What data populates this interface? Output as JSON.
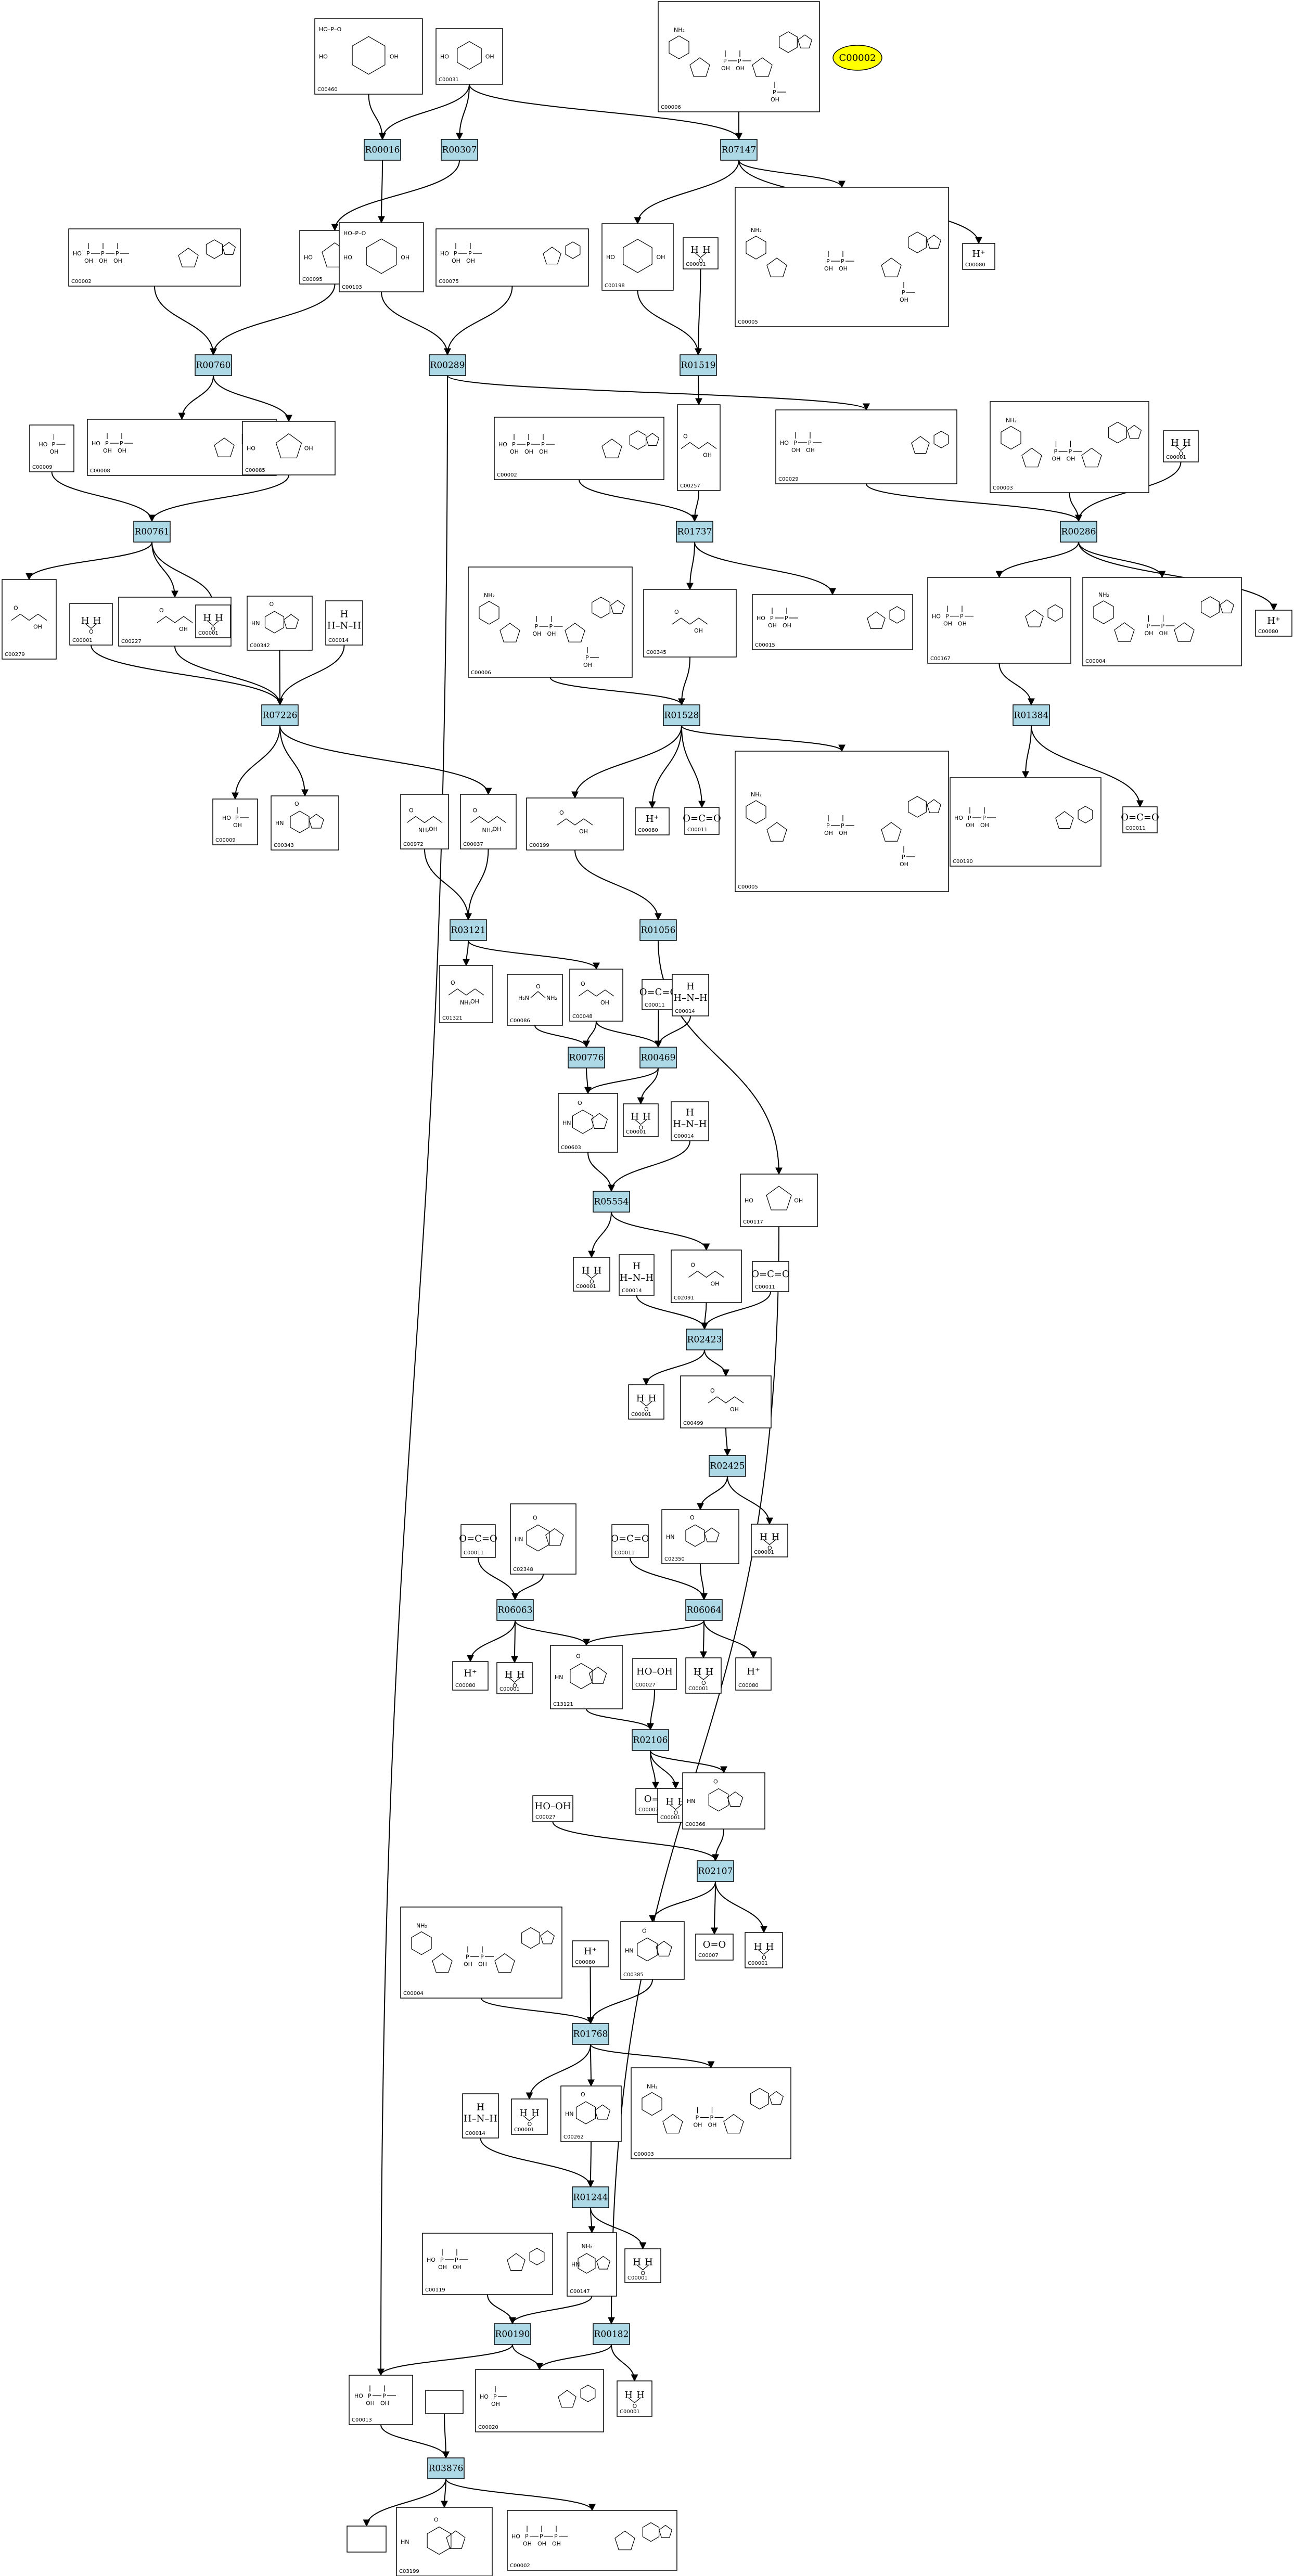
{
  "highlight": {
    "label": "C00002",
    "color": "#ffff00"
  },
  "colors": {
    "reaction_fill": "#add8e6",
    "edge": "#000000",
    "box_stroke": "#000000"
  },
  "reactions": [
    {
      "id": "R00016"
    },
    {
      "id": "R00307"
    },
    {
      "id": "R07147"
    },
    {
      "id": "R00760"
    },
    {
      "id": "R00289"
    },
    {
      "id": "R01519"
    },
    {
      "id": "R00761"
    },
    {
      "id": "R01737"
    },
    {
      "id": "R00286"
    },
    {
      "id": "R07226"
    },
    {
      "id": "R01528"
    },
    {
      "id": "R01384"
    },
    {
      "id": "R03121"
    },
    {
      "id": "R01056"
    },
    {
      "id": "R00776"
    },
    {
      "id": "R00469"
    },
    {
      "id": "R05554"
    },
    {
      "id": "R02423"
    },
    {
      "id": "R02425"
    },
    {
      "id": "R06063"
    },
    {
      "id": "R06064"
    },
    {
      "id": "R02106"
    },
    {
      "id": "R02107"
    },
    {
      "id": "R01768"
    },
    {
      "id": "R01244"
    },
    {
      "id": "R00190"
    },
    {
      "id": "R00182"
    },
    {
      "id": "R03876"
    }
  ],
  "compounds": [
    {
      "id": "C00460",
      "label": "C00460",
      "mol": "sugar-phosphate"
    },
    {
      "id": "C00031a",
      "label": "C00031",
      "mol": "hexose"
    },
    {
      "id": "C00006a",
      "label": "C00006",
      "mol": "nadp"
    },
    {
      "id": "C00002a",
      "label": "C00002",
      "mol": "atp"
    },
    {
      "id": "C00095",
      "label": "C00095",
      "mol": "furanose"
    },
    {
      "id": "C00103",
      "label": "C00103",
      "mol": "hexose-phosphate"
    },
    {
      "id": "C00075",
      "label": "C00075",
      "mol": "udp"
    },
    {
      "id": "C00198",
      "label": "C00198",
      "mol": "lactone"
    },
    {
      "id": "C00001a",
      "label": "C00001",
      "mol": "water"
    },
    {
      "id": "C00005",
      "label": "C00005",
      "mol": "nadph"
    },
    {
      "id": "C00080a",
      "label": "C00080",
      "mol": "proton"
    },
    {
      "id": "C00009a",
      "label": "C00009",
      "mol": "phosphate"
    },
    {
      "id": "C00008",
      "label": "C00008",
      "mol": "adp"
    },
    {
      "id": "C00085",
      "label": "C00085",
      "mol": "furanose"
    },
    {
      "id": "C00002b",
      "label": "C00002",
      "mol": "atp"
    },
    {
      "id": "C00257",
      "label": "C00257",
      "mol": "chain"
    },
    {
      "id": "C00029",
      "label": "C00029",
      "mol": "udp-sugar"
    },
    {
      "id": "C00003",
      "label": "C00003",
      "mol": "nad"
    },
    {
      "id": "C00001b",
      "label": "C00001",
      "mol": "water"
    },
    {
      "id": "C00279",
      "label": "C00279",
      "mol": "chain"
    },
    {
      "id": "C00001c",
      "label": "C00001",
      "mol": "water"
    },
    {
      "id": "C00227",
      "label": "C00227",
      "mol": "acyl-phosphate"
    },
    {
      "id": "C00001d",
      "label": "C00001",
      "mol": "water"
    },
    {
      "id": "C00342",
      "label": "C00342",
      "mol": "thioredoxin"
    },
    {
      "id": "C00014a",
      "label": "C00014",
      "mol": "ammonia"
    },
    {
      "id": "C00006b",
      "label": "C00006",
      "mol": "nadp"
    },
    {
      "id": "C00345",
      "label": "C00345",
      "mol": "gluconate"
    },
    {
      "id": "C00015",
      "label": "C00015",
      "mol": "udp"
    },
    {
      "id": "C00167",
      "label": "C00167",
      "mol": "udp-sugar"
    },
    {
      "id": "C00004",
      "label": "C00004",
      "mol": "nadh"
    },
    {
      "id": "C00080b",
      "label": "C00080",
      "mol": "proton"
    },
    {
      "id": "C00009b",
      "label": "C00009",
      "mol": "phosphate"
    },
    {
      "id": "C00343",
      "label": "C00343",
      "mol": "thioredoxin"
    },
    {
      "id": "C00972",
      "label": "C00972",
      "mol": "amino-acid"
    },
    {
      "id": "C00037",
      "label": "C00037",
      "mol": "amino-acid"
    },
    {
      "id": "C00199",
      "label": "C00199",
      "mol": "chain"
    },
    {
      "id": "C00080c",
      "label": "C00080",
      "mol": "proton"
    },
    {
      "id": "C00011a",
      "label": "C00011",
      "mol": "co2"
    },
    {
      "id": "C00005b",
      "label": "C00005",
      "mol": "nadph"
    },
    {
      "id": "C00190",
      "label": "C00190",
      "mol": "udp-sugar"
    },
    {
      "id": "C00011b",
      "label": "C00011",
      "mol": "co2"
    },
    {
      "id": "C01321",
      "label": "C01321",
      "mol": "amino-acid"
    },
    {
      "id": "C00086",
      "label": "C00086",
      "mol": "urea"
    },
    {
      "id": "C00048",
      "label": "C00048",
      "mol": "glyoxylate"
    },
    {
      "id": "C00011c",
      "label": "C00011",
      "mol": "co2"
    },
    {
      "id": "C00014b",
      "label": "C00014",
      "mol": "ammonia"
    },
    {
      "id": "C00603",
      "label": "C00603",
      "mol": "ring"
    },
    {
      "id": "C00001e",
      "label": "C00001",
      "mol": "water"
    },
    {
      "id": "C00014c",
      "label": "C00014",
      "mol": "ammonia"
    },
    {
      "id": "C00117",
      "label": "C00117",
      "mol": "furanose"
    },
    {
      "id": "C00001f",
      "label": "C00001",
      "mol": "water"
    },
    {
      "id": "C00014d",
      "label": "C00014",
      "mol": "ammonia"
    },
    {
      "id": "C02091",
      "label": "C02091",
      "mol": "chain"
    },
    {
      "id": "C00011d",
      "label": "C00011",
      "mol": "co2"
    },
    {
      "id": "C00001g",
      "label": "C00001",
      "mol": "water"
    },
    {
      "id": "C00499",
      "label": "C00499",
      "mol": "chain"
    },
    {
      "id": "C00011e",
      "label": "C00011",
      "mol": "co2"
    },
    {
      "id": "C02348",
      "label": "C02348",
      "mol": "ring"
    },
    {
      "id": "C00011f",
      "label": "C00011",
      "mol": "co2"
    },
    {
      "id": "C02350",
      "label": "C02350",
      "mol": "ring"
    },
    {
      "id": "C00001h",
      "label": "C00001",
      "mol": "water"
    },
    {
      "id": "C00080d",
      "label": "C00080",
      "mol": "proton"
    },
    {
      "id": "C00001i",
      "label": "C00001",
      "mol": "water"
    },
    {
      "id": "C13121",
      "label": "C13121",
      "mol": "ring"
    },
    {
      "id": "C00027a",
      "label": "C00027",
      "mol": "peroxide"
    },
    {
      "id": "C00001j",
      "label": "C00001",
      "mol": "water"
    },
    {
      "id": "C00080e",
      "label": "C00080",
      "mol": "proton"
    },
    {
      "id": "C00007a",
      "label": "C00007",
      "mol": "oxygen"
    },
    {
      "id": "C00001k",
      "label": "C00001",
      "mol": "water"
    },
    {
      "id": "C00366",
      "label": "C00366",
      "mol": "ring"
    },
    {
      "id": "C00027b",
      "label": "C00027",
      "mol": "peroxide"
    },
    {
      "id": "C00385",
      "label": "C00385",
      "mol": "ring"
    },
    {
      "id": "C00007b",
      "label": "C00007",
      "mol": "oxygen"
    },
    {
      "id": "C00001l",
      "label": "C00001",
      "mol": "water"
    },
    {
      "id": "C00004b",
      "label": "C00004",
      "mol": "nadh"
    },
    {
      "id": "C00080f",
      "label": "C00080",
      "mol": "proton"
    },
    {
      "id": "C00014e",
      "label": "C00014",
      "mol": "ammonia"
    },
    {
      "id": "C00001m",
      "label": "C00001",
      "mol": "water"
    },
    {
      "id": "C00262",
      "label": "C00262",
      "mol": "ring"
    },
    {
      "id": "C00003b",
      "label": "C00003",
      "mol": "nad"
    },
    {
      "id": "C00119",
      "label": "C00119",
      "mol": "prpp"
    },
    {
      "id": "C00147",
      "label": "C00147",
      "mol": "adenine"
    },
    {
      "id": "C00001n",
      "label": "C00001",
      "mol": "water"
    },
    {
      "id": "C00013",
      "label": "C00013",
      "mol": "pyrophosphate"
    },
    {
      "id": "C00020",
      "label": "C00020",
      "mol": "amp"
    },
    {
      "id": "C00001o",
      "label": "C00001",
      "mol": "water"
    },
    {
      "id": "blank1",
      "label": "",
      "mol": "none"
    },
    {
      "id": "blank2",
      "label": "",
      "mol": "none"
    },
    {
      "id": "C03199",
      "label": "C03199",
      "mol": "ring"
    },
    {
      "id": "C00002c",
      "label": "C00002",
      "mol": "atp"
    }
  ]
}
